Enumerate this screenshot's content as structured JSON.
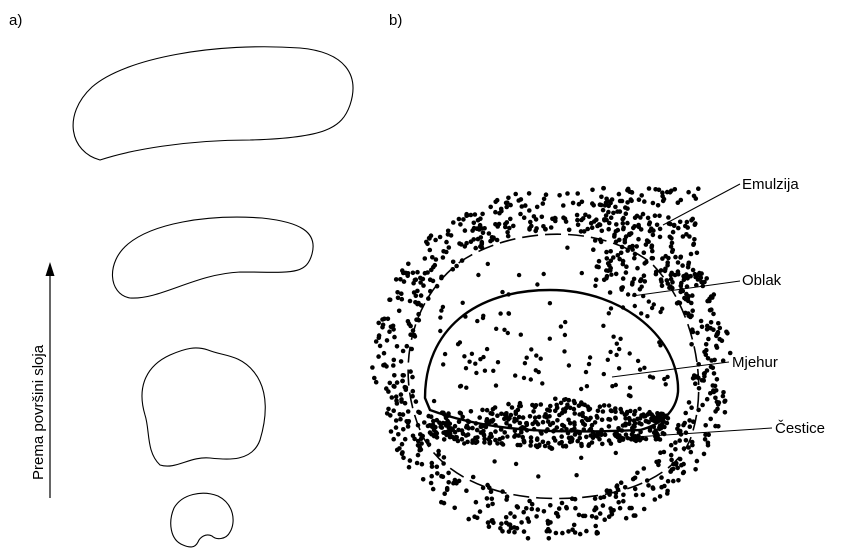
{
  "panel_a": {
    "label": "a)",
    "axis_label": "Prema površini sloja"
  },
  "panel_b": {
    "label": "b)",
    "labels": {
      "emulzija": "Emulzija",
      "oblak": "Oblak",
      "mjehur": "Mjehur",
      "cestice": "Čestice"
    }
  },
  "colors": {
    "ink": "#000000",
    "background": "#ffffff"
  }
}
